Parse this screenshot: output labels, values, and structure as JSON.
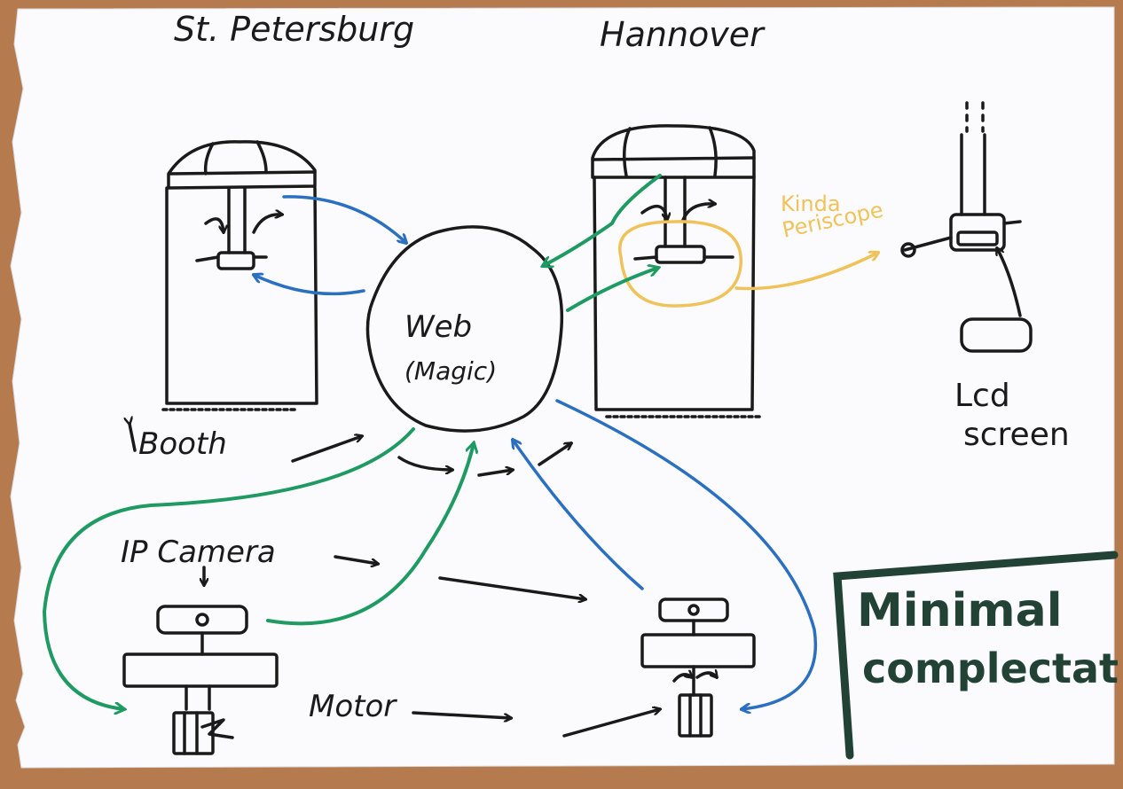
{
  "labels": {
    "city_left": "St. Petersburg",
    "city_right": "Hannover",
    "web_line1": "Web",
    "web_line2": "(Magic)",
    "kinda": "Kinda",
    "periscope": "Periscope",
    "booth": "Booth",
    "ip_camera": "IP Camera",
    "motor": "Motor",
    "lcd_line1": "Lcd",
    "lcd_line2": "screen",
    "minimal_line1": "Minimal",
    "minimal_line2": "complectat"
  },
  "colors": {
    "paper": "#fbfbfd",
    "desk": "#b57b4e",
    "ink": "#1a1a1a",
    "blue": "#2a6fc0",
    "green": "#1e9a62",
    "yellow": "#f0c25a",
    "box_ink": "#234236"
  }
}
